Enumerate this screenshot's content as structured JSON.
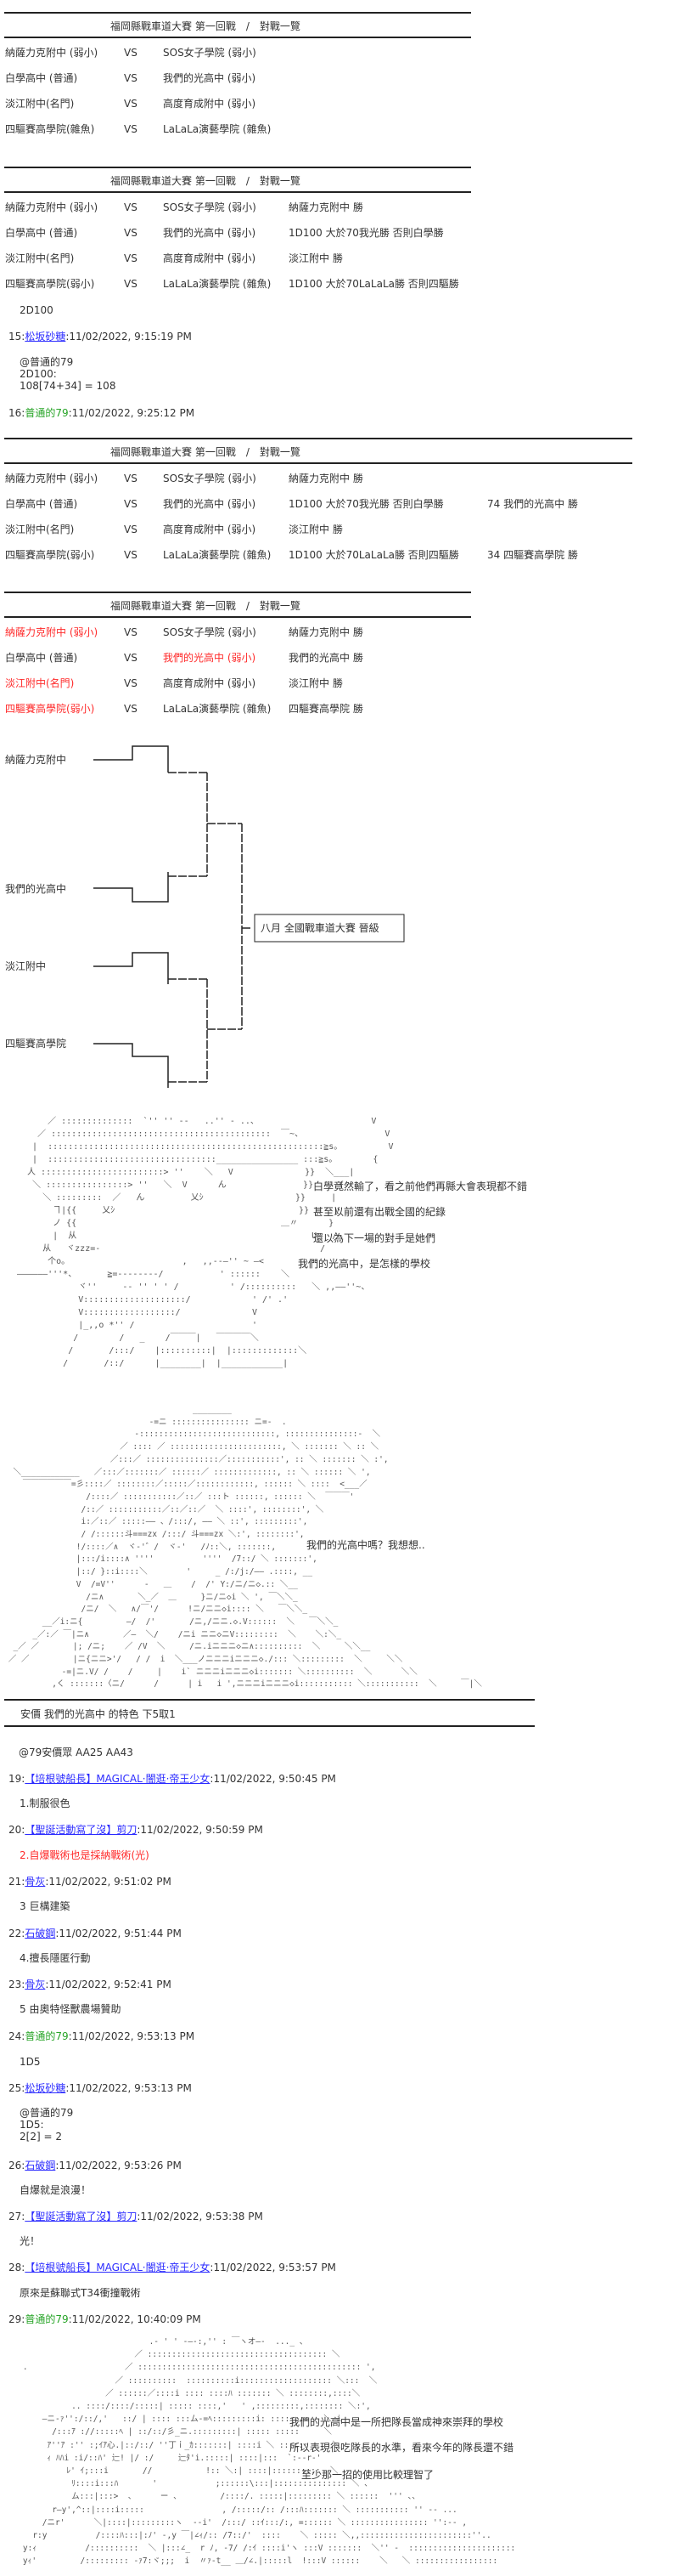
{
  "tables": [
    {
      "title": "福岡縣戰車道大賽 第一回戰　/　對戰一覽",
      "rows": [
        {
          "a": "納薩力克附中 (弱小)",
          "vs": "VS",
          "b": "SOS女子學院 (弱小)",
          "result": "",
          "result2": ""
        },
        {
          "a": "白學高中 (普通)",
          "vs": "VS",
          "b": "我們的光高中 (弱小)",
          "result": "",
          "result2": ""
        },
        {
          "a": "淡江附中(名門)",
          "vs": "VS",
          "b": "高度育成附中 (弱小)",
          "result": "",
          "result2": ""
        },
        {
          "a": "四驅賽高學院(雜魚)",
          "vs": "VS",
          "b": "LaLaLa演藝學院 (雜魚)",
          "result": "",
          "result2": ""
        }
      ]
    },
    {
      "title": "福岡縣戰車道大賽 第一回戰　/　對戰一覽",
      "rows": [
        {
          "a": "納薩力克附中 (弱小)",
          "vs": "VS",
          "b": "SOS女子學院 (弱小)",
          "result": "納薩力克附中 勝",
          "result2": ""
        },
        {
          "a": "白學高中 (普通)",
          "vs": "VS",
          "b": "我們的光高中 (弱小)",
          "result": "1D100 大於70我光勝 否則白學勝",
          "result2": ""
        },
        {
          "a": "淡江附中(名門)",
          "vs": "VS",
          "b": "高度育成附中 (弱小)",
          "result": "淡江附中 勝",
          "result2": ""
        },
        {
          "a": "四驅賽高學院(弱小)",
          "vs": "VS",
          "b": "LaLaLa演藝學院 (雜魚)",
          "result": "1D100 大於70LaLaLa勝 否則四驅勝",
          "result2": ""
        }
      ]
    },
    {
      "title": "福岡縣戰車道大賽 第一回戰　/　對戰一覽",
      "rows": [
        {
          "a": "納薩力克附中 (弱小)",
          "vs": "VS",
          "b": "SOS女子學院 (弱小)",
          "result": "納薩力克附中 勝",
          "result2": ""
        },
        {
          "a": "白學高中 (普通)",
          "vs": "VS",
          "b": "我們的光高中 (弱小)",
          "result": "1D100 大於70我光勝 否則白學勝",
          "result2": "74 我們的光高中 勝"
        },
        {
          "a": "淡江附中(名門)",
          "vs": "VS",
          "b": "高度育成附中 (弱小)",
          "result": "淡江附中 勝",
          "result2": ""
        },
        {
          "a": "四驅賽高學院(弱小)",
          "vs": "VS",
          "b": "LaLaLa演藝學院 (雜魚)",
          "result": "1D100 大於70LaLaLa勝 否則四驅勝",
          "result2": "34 四驅賽高學院 勝"
        }
      ]
    },
    {
      "title": "福岡縣戰車道大賽 第一回戰　/　對戰一覽",
      "rows": [
        {
          "a": "納薩力克附中 (弱小)",
          "vs": "VS",
          "b": "SOS女子學院 (弱小)",
          "result": "納薩力克附中 勝",
          "result2": ""
        },
        {
          "a": "白學高中 (普通)",
          "vs": "VS",
          "b": "我們的光高中 (弱小)",
          "result": "我們的光高中 勝",
          "result2": ""
        },
        {
          "a": "淡江附中(名門)",
          "vs": "VS",
          "b": "高度育成附中 (弱小)",
          "result": "淡江附中 勝",
          "result2": ""
        },
        {
          "a": "四驅賽高學院(弱小)",
          "vs": "VS",
          "b": "LaLaLa演藝學院 (雜魚)",
          "result": "四驅賽高學院 勝",
          "result2": ""
        }
      ]
    }
  ],
  "roll_request_1": "2D100",
  "post_15": {
    "num": "15:",
    "name": "松坂砂糖",
    "time": ":11/02/2022, 9:15:19 PM",
    "lines": [
      "@普通的79",
      "2D100:",
      "108[74+34] = 108"
    ]
  },
  "post_16": {
    "num": "16:",
    "name": "普通的79",
    "time": ":11/02/2022, 9:25:12 PM"
  },
  "bracket": {
    "teams": [
      "納薩力克附中",
      "我們的光高中",
      "淡江附中",
      "四驅賽高學院"
    ],
    "final_box": "八月 全國戰車道大賽 晉級"
  },
  "scene1": {
    "lines": [
      "白學竟然輸了，看之前他們再縣大會表現都不錯",
      "甚至以前還有出戰全國的紀錄",
      "還以為下一場的對手是她們",
      "我們的光高中，是怎樣的學校"
    ],
    "art": [
      "      ／ ::::::::::::::  `'' '' --   ..'' - ..、                      V",
      "    ／ :::::::::::::::::::::::::::::::::::::::::::  ￣~、                V",
      "   |  ::::::::::::::::::::::::::::::::::::::::::::::::::::::≧s。         V",
      "   |  :::::::::::::::::::::::::::::::::________________ :::≧s。       {",
      "  人 ::::::::::::::::::::::::> ''    ＼   V              }}  ＼___|",
      "   ＼ ::::::::::::::::> ''   ＼  V      ん               }}     {",
      "     ＼ :::::::::  ／   ん         乂ｼ                  }}     |",
      "       ヿ|{{     乂ｼ                                    }}     V",
      "       ノ {{                                        ＿〃      }",
      "       |  从                                              U   /",
      "     从   ヾzzz=-                                           /",
      "      个o。                      ,   ,,--―'' ~ ―<",
      "――――――'''*、      ≧=--------/           ' ::::::    ＼",
      "            ヾ''     -- '' ' ' /          ' /::::::::::   ＼ ,,――''~、",
      "            V::::::::::::::::::::/            ' /' .'",
      "            V::::::::::::::::::/              V",
      "            |_,,o *'' /                       '",
      "           /        /   _    /￣￣￣|   ￣￣￣￣＼",
      "          /       /:::/    |::::::::::|  |:::::::::::::＼",
      "         /       /::/      |________|  |____________|"
    ]
  },
  "scene2": {
    "line": "我們的光高中嗎？我想想..",
    "art": [
      "                                       ________",
      "                              -=ニ :::::::::::::::: ニ=-  .",
      "                           ‐::::::::::::::::::::::::::::, :::::::::::::::‐  ＼",
      "                        ／ :::: ／ :::::::::::::::::::::::, ＼ ::::::: ＼ :: ＼",
      "                      ／:::／ :::::::::::::::／:::::::::::', :: ＼ ::::::: ＼ :',",
      "  ＼____________   ／:::／:::::::／ ::::::／ :::::::::::::, :: ＼ :::::: ＼ ',",
      "    ￣￣￣￣￣￣=彡::::／ ::::::::／:::::／::::::::::::, :::::: ＼ ::::  <___／",
      "                 /::::／ :::::::::::／::／ :::ト ::::::, :::::: ＼  ￣￣￣'",
      "                /::／ :::::::::::／::／::／  ＼ ::::', ::::::::', ＼",
      "                i:／::／ :::::―― 、/:::/, ―― ＼ ::', :::::::::',",
      "                / /::::::斗===zx /:::/ 斗===zx ＼:', ::::::::',",
      "               !/::::／∧  ヾ-'゛/  ヾ-'   /ﾉ::＼, :::::::, ",
      "               |:::/i::::∧ ''''          ''''  /7::/ ＼ :::::::',",
      "               |::/ }::i::::＼        '     _ /:/j:/―― .::::, __",
      "               V  /=V''      -   ＿    /  /' Y:/ニ/ニ◇.:: ＼__",
      "                 /ニ∧       ＼_／  ＿     }ニ/ニ◇i ＼ ', ￣＼＼_",
      "                /ニ/  ＼   ∧/￣'/      !ニ/ニニ◇i:::: ＼   ￣＼＼_",
      "        __／i:ニ{         ―/  /'       /ニ,/ニニ.◇.V::::::  ＼   ￣＼＼_",
      "      _／:／ ￣|ニ∧       ／―  ＼/    /ニi ニニ◇ニV:::::::::  ＼    ＼:＼_",
      "  _／ ／       |; /ニ;    ／ /V  ＼     /ニ.iニニニ◇ニ∧::::::::::  ＼     ＼＼__",
      " ／ ／         |ニ{ニニ>'/   / /  i  ＼___ノニニニiニニニ◇./::: ＼:::::::::  ＼     ＼＼",
      "            -=|ニ.V/ /    /     |    i` ニニニiニニニ◇i::::::: ＼::::::::::  ＼      ＼＼",
      "          ,く :::::::〈ニ/      /      | i   i ',ニニニiニニニ◇i::::::::::: ＼:::::::::::  ＼     ￣|＼"
    ]
  },
  "anka_prompt": "安價 我們的光高中 的特色 下5取1",
  "anka_call": "@79安價眾 AA25 AA43",
  "posts": [
    {
      "num": "19:",
      "name": "【培根號船長】MAGICAL·闇逛·帝王少女",
      "style": "link",
      "time": ":11/02/2022, 9:50:45 PM",
      "lines": [
        "1.制服很色"
      ],
      "red": false
    },
    {
      "num": "20:",
      "name": "【聖誕活動寫了沒】剪刀",
      "style": "link",
      "time": ":11/02/2022, 9:50:59 PM",
      "lines": [
        "2.自爆戰術也是採納戰術(光)"
      ],
      "red": true
    },
    {
      "num": "21:",
      "name": "骨灰",
      "style": "link",
      "time": ":11/02/2022, 9:51:02 PM",
      "lines": [
        "3 巨構建築"
      ],
      "red": false
    },
    {
      "num": "22:",
      "name": "石破鋼",
      "style": "link",
      "time": ":11/02/2022, 9:51:44 PM",
      "lines": [
        "4.擅長隱匿行動"
      ],
      "red": false
    },
    {
      "num": "23:",
      "name": "骨灰",
      "style": "link",
      "time": ":11/02/2022, 9:52:41 PM",
      "lines": [
        "5 由奧特怪獸農場贊助"
      ],
      "red": false
    },
    {
      "num": "24:",
      "name": "普通的79",
      "style": "green",
      "time": ":11/02/2022, 9:53:13 PM",
      "lines": [
        "1D5"
      ],
      "red": false
    },
    {
      "num": "25:",
      "name": "松坂砂糖",
      "style": "link",
      "time": ":11/02/2022, 9:53:13 PM",
      "lines": [
        "@普通的79",
        "1D5:",
        "2[2] = 2"
      ],
      "red": false
    },
    {
      "num": "26:",
      "name": "石破鋼",
      "style": "link",
      "time": ":11/02/2022, 9:53:26 PM",
      "lines": [
        "自爆就是浪漫！"
      ],
      "red": false
    },
    {
      "num": "27:",
      "name": "【聖誕活動寫了沒】剪刀",
      "style": "link",
      "time": ":11/02/2022, 9:53:38 PM",
      "lines": [
        "光！"
      ],
      "red": false
    },
    {
      "num": "28:",
      "name": "【培根號船長】MAGICAL·闇逛·帝王少女",
      "style": "link",
      "time": ":11/02/2022, 9:53:57 PM",
      "lines": [
        "原來是蘇聯式T34衝撞戰術"
      ],
      "red": false
    },
    {
      "num": "29:",
      "name": "普通的79",
      "style": "green",
      "time": ":11/02/2022, 10:40:09 PM",
      "lines": [],
      "red": false
    }
  ],
  "scene3": {
    "lines": [
      "我們的光高中是一所把隊長當成神來崇拜的學校",
      "所以表現很吃隊長的水準，看來今年的隊長還不錯",
      "至少那一招的使用比較理智了"
    ],
    "art": [
      "                              .- ' ' -―-:,'' : ￣ヽオ―-  ..._ 、",
      "                           ／ ::::::::::::::::::::::::::::::::::::: ＼",
      "    .                    ／ :::::::::::::::::::::::::::::::::::::::::::::: ',",
      "                       ／ ::::::::::  ::::::::::i::::::::::::::::::: ＼:::  ＼",
      "                     ／ ::::::／::::i :::: ::::ﾊ ::::::: ＼ ::::::::,::::＼",
      "              .. ::::/::::/:::::| ::::: ::::,'   ' ,:::::::::,:::::::: ＼:',",
      "        ―ニ-ｧ'':/::/,'   ::/ | :::: :::ム-=ﾍ:::::::::i: :::: :::   ＼ i",
      "          /:::ｱ ://:::::ﾍ | ::/::/彡_ニ.:::::::::| ::::: :::::     ＼",
      "         ｱ''ｱ :'' :;ｲｱ心.|::/::/ ''丁ｉ_ｶ:::::::| ::::i ＼ ::::::     ＼",
      "         ｨ ﾊﾊi :i/::ﾊ' 辷! |/ :/     辷ﾀ'i.:::::| ::::|:::  `:--r‐'",
      "             ﾚ' ｲ;:::i       //           !:: ＼:| ::::|::::::::::  ＼",
      "              ﾘ::::i:::ﾊ       '            ;::::::\\:::|::::::::::::::: ＼ 、",
      "              ム:::|:::>  、     ー 、        /::::/. :::::|::::::::: ＼ ::::::  ''' 、、",
      "          r―y',^::|::::i:::::                , /:::::/:: /:::ﾊ::::::: ＼ ::::::::::: '' ‐- ...",
      "        /ニr'      ＼|::::|:::::::::ヽ  --i'  /:::/ ::ｲ:::/:, =:::::: ＼ :::::::::::::::: '':‐- ,",
      "      r:y          /::::ﾊ:::|:ﾉ' -,y ￣|∠ｨ/:: /7::/'  ::::    ＼ ::::: ＼,,:::::::::::::::::::::::''..",
      "    y:ｨ          /::::::::::  ＼ |:::∠_  r ﾉ, -7/ /:ｲ ::::i'ヽ :::V :::::::  ＼'' -  ::::::::::::::::::::::",
      "    yｨ'         /::::::::: -ｧ7:ヾ;;;  i  〃ｧ-t__ ＿/∠.|:::::l  !:::V ::::::    ＼   ＼ :::::::::::::::::"
    ]
  }
}
